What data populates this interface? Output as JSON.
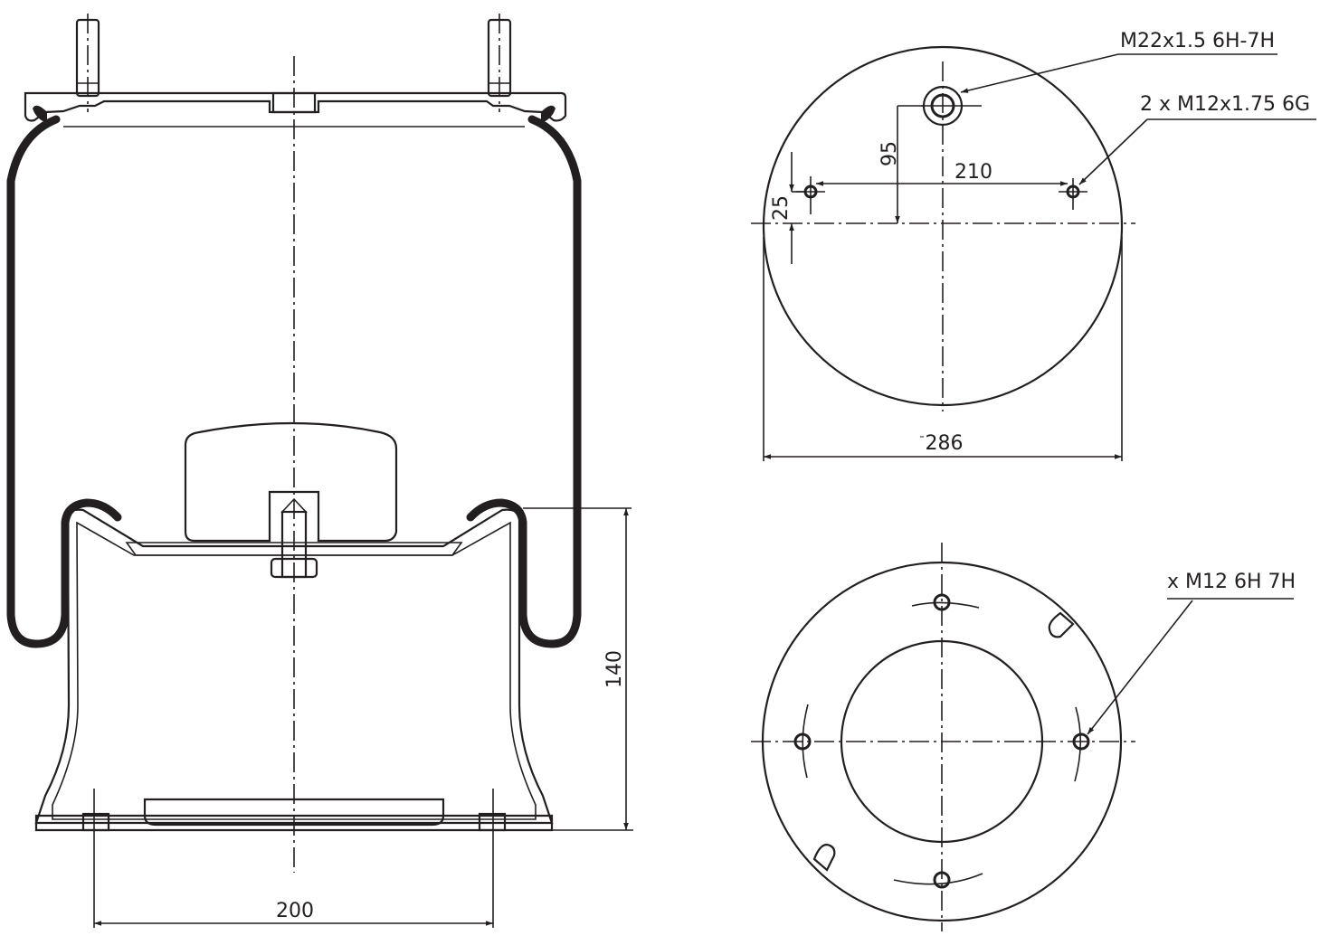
{
  "drawing": {
    "subject": "Air spring bellows assembly — technical drawing",
    "side_view": {
      "height_dimension": "140",
      "bolt_spacing_dimension": "200"
    },
    "top_view": {
      "air_inlet_thread": "M22x1.5 6H-7H",
      "stud_thread": "2 x M12x1.75 6G",
      "stud_spacing": "210",
      "inlet_offset": "95",
      "stud_offset": "25",
      "diameter": "286",
      "diameter_prefix": "¯"
    },
    "bottom_view": {
      "piston_thread": "x M12 6H 7H"
    }
  },
  "colors": {
    "line": "#231f20",
    "background": "#ffffff"
  }
}
